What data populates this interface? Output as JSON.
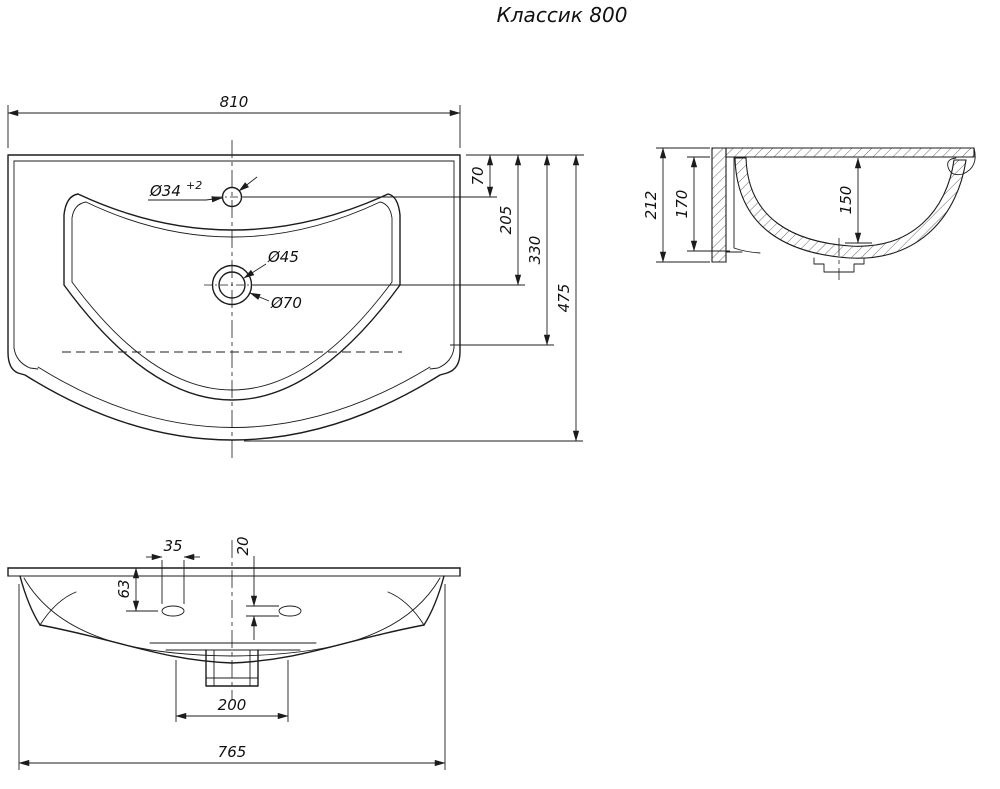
{
  "title": "Классик 800",
  "colors": {
    "line": "#1c1c1c",
    "background": "#ffffff"
  },
  "top_view": {
    "overall_width": "810",
    "faucet_offset": "70",
    "drain_offset": "205",
    "bowl_depth_back": "330",
    "overall_depth": "475",
    "faucet_hole": "Ø34",
    "faucet_hole_tolerance": "+2",
    "drain_hole": "Ø45",
    "drain_recess": "Ø70"
  },
  "side_view": {
    "overall_height": "212",
    "back_height": "170",
    "bowl_inner_depth": "150"
  },
  "front_view": {
    "slot_length": "35",
    "slot_width": "20",
    "slot_depth": "63",
    "drain_span": "200",
    "body_width": "765"
  }
}
